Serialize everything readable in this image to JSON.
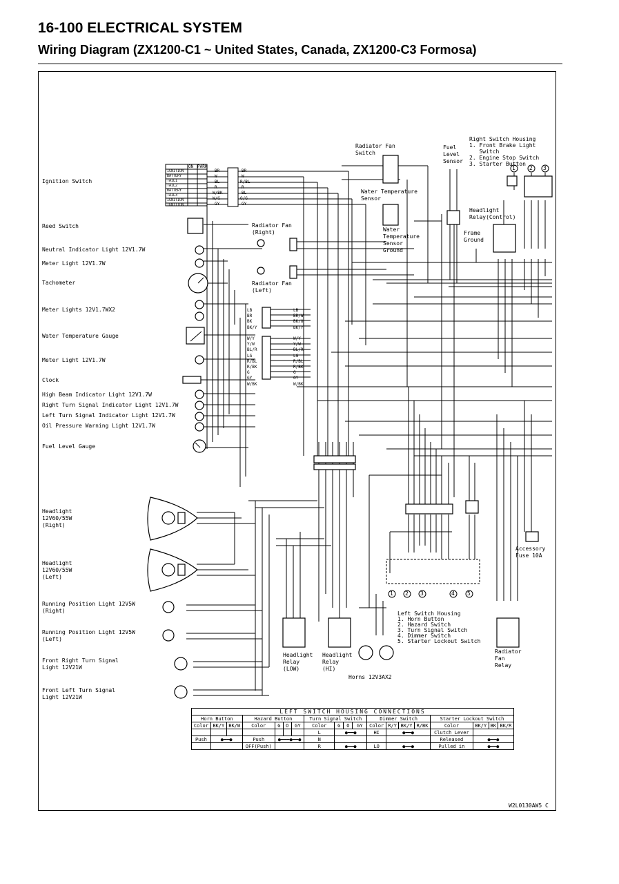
{
  "header": {
    "section": "16-100 ELECTRICAL SYSTEM",
    "title": "Wiring Diagram (ZX1200-C1 ~ United States, Canada, ZX1200-C3 Formosa)"
  },
  "left_components": [
    "Ignition Switch",
    "Reed Switch",
    "Neutral Indicator Light 12V1.7W",
    "Meter Light 12V1.7W",
    "Tachometer",
    "Meter Lights 12V1.7WX2",
    "Water Temperature Gauge",
    "Meter Light 12V1.7W",
    "Clock",
    "High Beam Indicator Light 12V1.7W",
    "Right Turn Signal Indicator Light 12V1.7W",
    "Left Turn Signal Indicator Light 12V1.7W",
    "Oil Pressure Warning Light 12V1.7W",
    "Fuel Level Gauge"
  ],
  "lower_components": {
    "headlight_right": [
      "Headlight",
      "12V60/55W",
      "(Right)"
    ],
    "headlight_left": [
      "Headlight",
      "12V60/55W",
      "(Left)"
    ],
    "running_right": [
      "Running Position Light 12V5W",
      "(Right)"
    ],
    "running_left": [
      "Running Position Light 12V5W",
      "(Left)"
    ],
    "front_right_turn": [
      "Front Right Turn Signal",
      "Light 12V21W"
    ],
    "front_left_turn": [
      "Front Left Turn Signal",
      "Light 12V21W"
    ]
  },
  "top_components": {
    "radiator_fan_switch": [
      "Radiator Fan",
      "Switch"
    ],
    "fuel_level_sensor": [
      "Fuel",
      "Level",
      "Sensor"
    ],
    "water_temp_sensor": [
      "Water Temperature",
      "Sensor"
    ],
    "water_temp_sensor_ground": [
      "Water",
      "Temperature",
      "Sensor",
      "Ground"
    ],
    "radiator_fan_right": [
      "Radiator Fan",
      "(Right)"
    ],
    "radiator_fan_left": [
      "Radiator Fan",
      "(Left)"
    ],
    "frame_ground": [
      "Frame",
      "Ground"
    ],
    "headlight_relay_control": [
      "Headlight",
      "Relay(Control)"
    ],
    "right_switch_housing": [
      "Right Switch Housing",
      "1. Front Brake Light",
      "   Switch",
      "2. Engine Stop Switch",
      "3. Starter Button"
    ]
  },
  "mid_components": {
    "accessory_fuse": [
      "Accessory",
      "Fuse 10A"
    ],
    "left_switch_housing": [
      "Left Switch Housing",
      "1. Horn Button",
      "2. Hazard Switch",
      "3. Turn Signal Switch",
      "4. Dimmer Switch",
      "5. Starter Lockout Switch"
    ],
    "headlight_relay_low": [
      "Headlight",
      "Relay",
      "(LOW)"
    ],
    "headlight_relay_hi": [
      "Headlight",
      "Relay",
      "(HI)"
    ],
    "horns": "Horns 12V3AX2",
    "radiator_fan_relay": [
      "Radiator",
      "Fan",
      "Relay"
    ]
  },
  "ignition_table": {
    "header": [
      "ON",
      "PARK"
    ],
    "rows": [
      "IGNITION",
      "BATTERY",
      "TAIL1",
      "TAIL2",
      "BATTERY",
      "TAIL3",
      "IGNITION",
      "IGNITION"
    ]
  },
  "ignition_wires": [
    "BR",
    "W",
    "BL",
    "R",
    "W/BK",
    "W/G",
    "GY"
  ],
  "ignition_wires_right": [
    "BR",
    "W",
    "R/BL",
    "R",
    "BL",
    "O/G",
    "GY"
  ],
  "meter_connector_left": [
    "LB",
    "BR",
    "BK",
    "BK/Y",
    "",
    "W/Y",
    "Y/W",
    "BL/R",
    "LG",
    "R/BL",
    "R/BK",
    "G",
    "GY",
    "W/BK"
  ],
  "meter_connector_right": [
    "LB",
    "BR/W",
    "BK/O",
    "BK/Y",
    "",
    "W/Y",
    "Y/W",
    "BL/R",
    "LG",
    "R/BL",
    "R/BK",
    "G",
    "GY",
    "W/BK"
  ],
  "switch_numbers": [
    "1",
    "2",
    "3",
    "4",
    "5"
  ],
  "rs_numbers": [
    "1",
    "2",
    "3"
  ],
  "connections_table": {
    "title": "LEFT SWITCH HOUSING CONNECTIONS",
    "groups": [
      "Horn Button",
      "Hazard Button",
      "Turn Signal Switch",
      "Dimmer Switch",
      "Starter Lockout Switch"
    ],
    "color_label": "Color",
    "horn_cols": [
      "BK/Y",
      "BK/W"
    ],
    "hazard_cols": [
      "G",
      "O",
      "GY"
    ],
    "turn_cols": [
      "G",
      "O",
      "GY"
    ],
    "dimmer_cols": [
      "R/Y",
      "BK/Y",
      "R/BK"
    ],
    "lockout_cols": [
      "BK/Y",
      "BK",
      "BK/R"
    ],
    "row1": [
      "",
      "",
      "",
      "L",
      "",
      "HI",
      "Clutch Lever"
    ],
    "row2": [
      "Push",
      "Push",
      "",
      "N",
      "",
      "",
      "Released"
    ],
    "row3": [
      "",
      "OFF(Push)",
      "",
      "R",
      "",
      "LO",
      "Pulled in"
    ],
    "turn_off": "OFF(Push)"
  },
  "figure_code": "W2L0130AW5 C"
}
